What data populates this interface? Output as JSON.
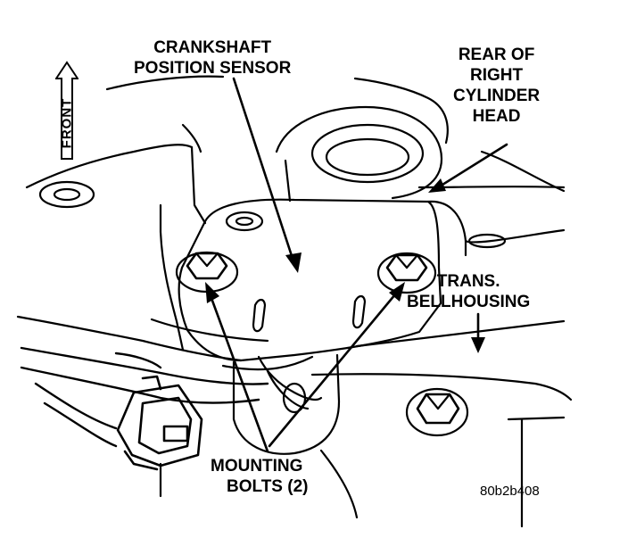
{
  "figure_code": "80b2b408",
  "orientation": {
    "label": "FRONT"
  },
  "callouts": {
    "crankshaft_sensor": [
      "CRANKSHAFT",
      "POSITION SENSOR"
    ],
    "cylinder_head": [
      "REAR OF",
      "RIGHT",
      "CYLINDER",
      "HEAD"
    ],
    "bellhousing": [
      "TRANS.",
      "BELLHOUSING"
    ],
    "mounting_bolts": [
      "MOUNTING",
      "BOLTS (2)"
    ]
  },
  "colors": {
    "ink": "#000000",
    "paper": "#ffffff"
  },
  "icons": {
    "direction": "up-arrow-icon"
  }
}
